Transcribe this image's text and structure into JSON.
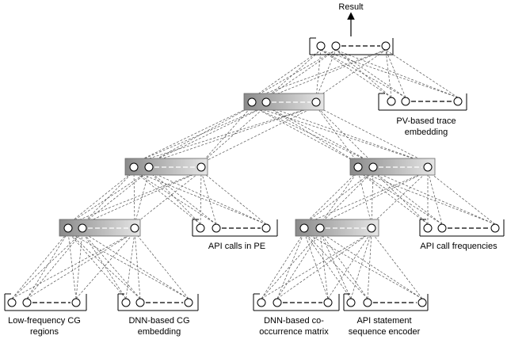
{
  "result_label": "Result",
  "labels": {
    "pv_trace": "PV-based trace\nembedding",
    "api_calls_pe": "API calls in PE",
    "api_call_freq": "API call frequencies",
    "low_freq_cg": "Low-frequency CG\nregions",
    "dnn_cg": "DNN-based CG\nembedding",
    "dnn_cooc": "DNN-based co-\noccurrence matrix",
    "api_stmt": "API statement\nsequence encoder"
  }
}
